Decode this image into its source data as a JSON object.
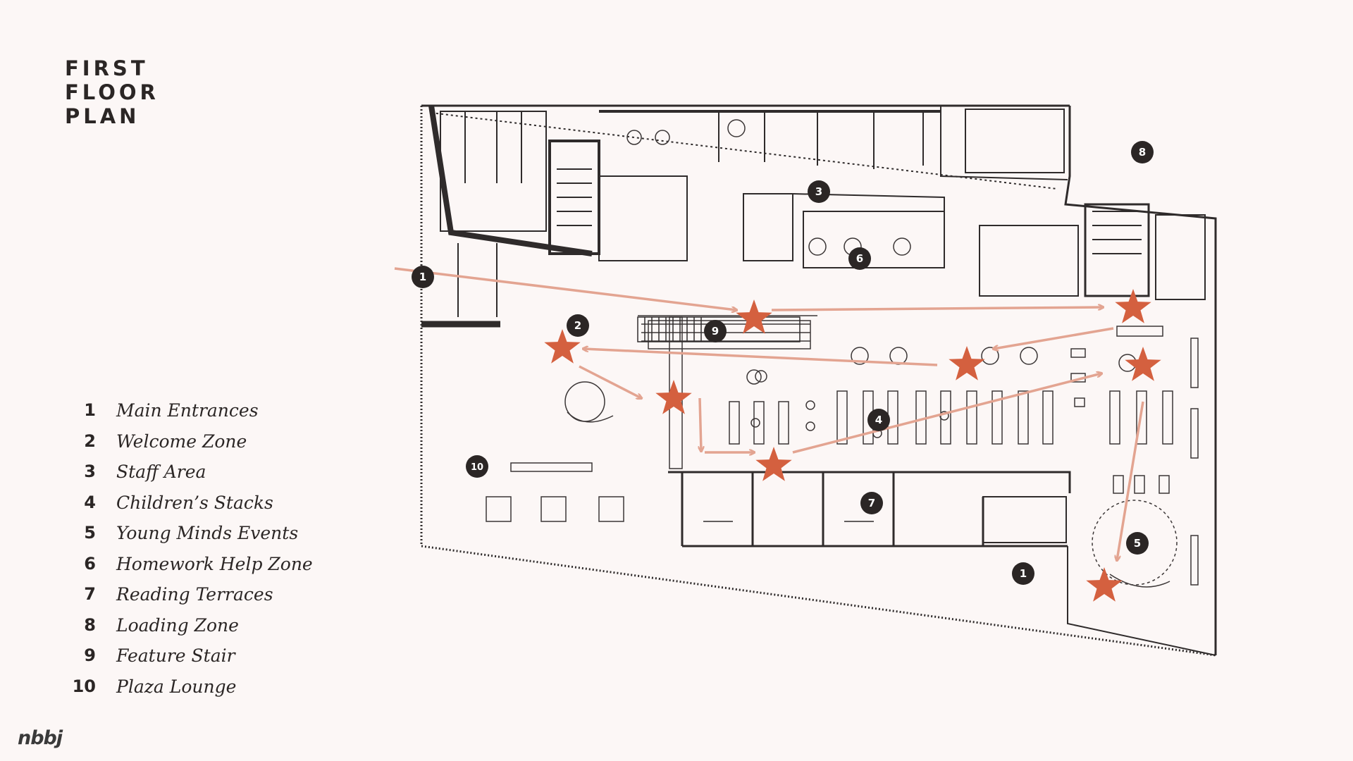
{
  "title_lines": [
    "FIRST",
    "FLOOR",
    "PLAN"
  ],
  "legend": [
    {
      "num": "1",
      "label": "Main Entrances"
    },
    {
      "num": "2",
      "label": "Welcome Zone"
    },
    {
      "num": "3",
      "label": "Staff Area"
    },
    {
      "num": "4",
      "label": "Children’s Stacks"
    },
    {
      "num": "5",
      "label": "Young Minds Events"
    },
    {
      "num": "6",
      "label": "Homework Help Zone"
    },
    {
      "num": "7",
      "label": "Reading Terraces"
    },
    {
      "num": "8",
      "label": "Loading Zone"
    },
    {
      "num": "9",
      "label": "Feature Stair"
    },
    {
      "num": "10",
      "label": "Plaza Lounge"
    }
  ],
  "plan_markers": [
    "1",
    "2",
    "3",
    "4",
    "5",
    "6",
    "7",
    "8",
    "9",
    "10",
    "1"
  ],
  "brand": "nbbj",
  "colors": {
    "background": "#fcf7f6",
    "wall": "#2f2b2b",
    "path_arrow": "#e3a491",
    "star": "#d4603f",
    "marker": "#2b2625"
  }
}
